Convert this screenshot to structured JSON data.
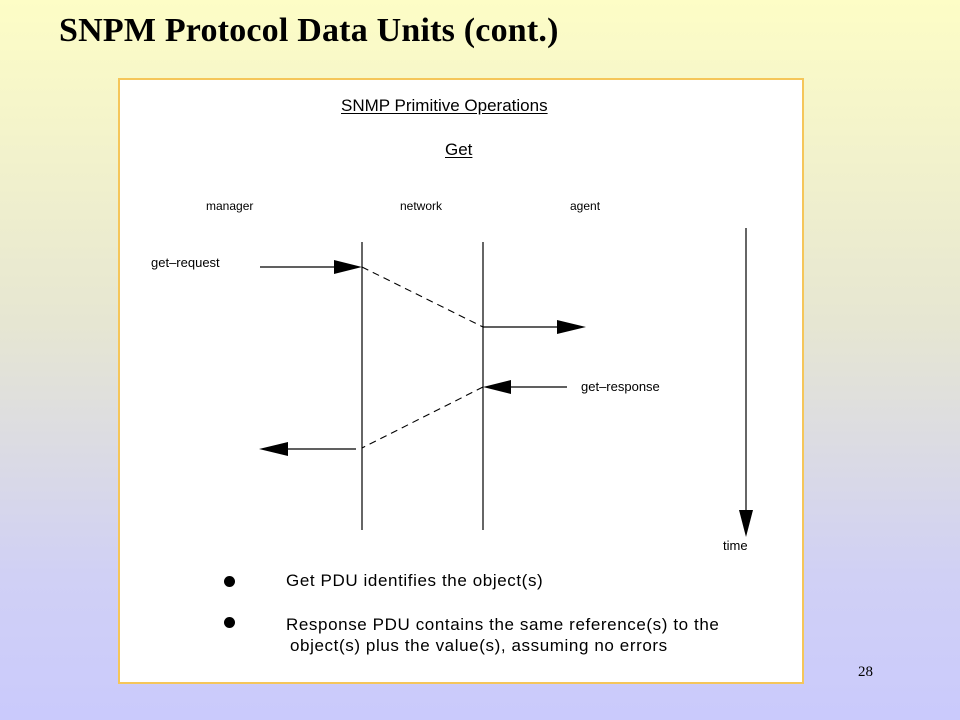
{
  "slide": {
    "title": "SNPM Protocol Data Units (cont.)",
    "page_number": "28"
  },
  "diagram": {
    "heading": "SNMP Primitive Operations",
    "subheading": "Get",
    "columns": {
      "manager": "manager",
      "network": "network",
      "agent": "agent"
    },
    "messages": {
      "request": "get–request",
      "response": "get–response"
    },
    "time_label": "time"
  },
  "bullets": [
    {
      "text": "Get PDU identifies the object(s)"
    },
    {
      "text": "Response PDU contains the same reference(s) to the",
      "text2": "object(s) plus the value(s), assuming no errors"
    }
  ]
}
